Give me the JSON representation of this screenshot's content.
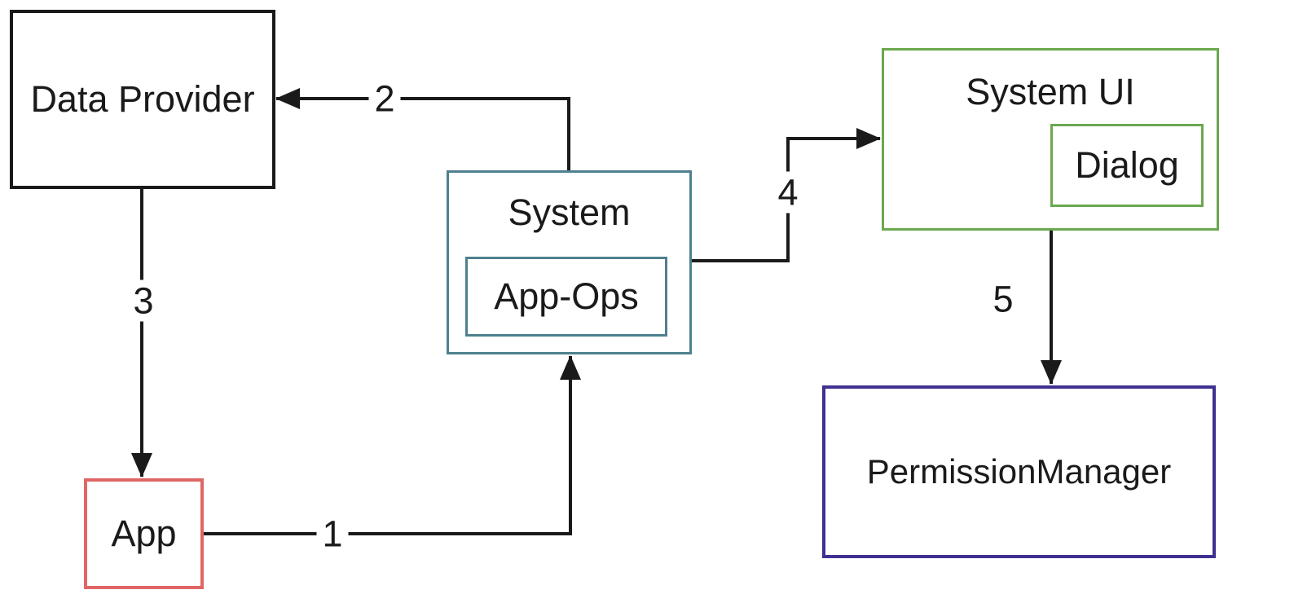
{
  "diagram": {
    "line_color": "#1a1a1a",
    "background_color": "#ffffff",
    "nodes": {
      "data_provider": {
        "label": "Data Provider",
        "border_color": "#1a1a1a"
      },
      "app": {
        "label": "App",
        "border_color": "#e06666"
      },
      "system": {
        "label": "System",
        "border_color": "#4e808f"
      },
      "app_ops": {
        "label": "App-Ops",
        "border_color": "#4e808f"
      },
      "system_ui": {
        "label": "System UI",
        "border_color": "#6aa84f"
      },
      "dialog": {
        "label": "Dialog",
        "border_color": "#6aa84f"
      },
      "permission_manager": {
        "label": "PermissionManager",
        "border_color": "#3e3191"
      }
    },
    "edges": [
      {
        "label": "1",
        "from": "App",
        "to": "System"
      },
      {
        "label": "2",
        "from": "System",
        "to": "Data Provider"
      },
      {
        "label": "3",
        "from": "Data Provider",
        "to": "App"
      },
      {
        "label": "4",
        "from": "System",
        "to": "System UI"
      },
      {
        "label": "5",
        "from": "System UI",
        "to": "PermissionManager"
      }
    ]
  }
}
